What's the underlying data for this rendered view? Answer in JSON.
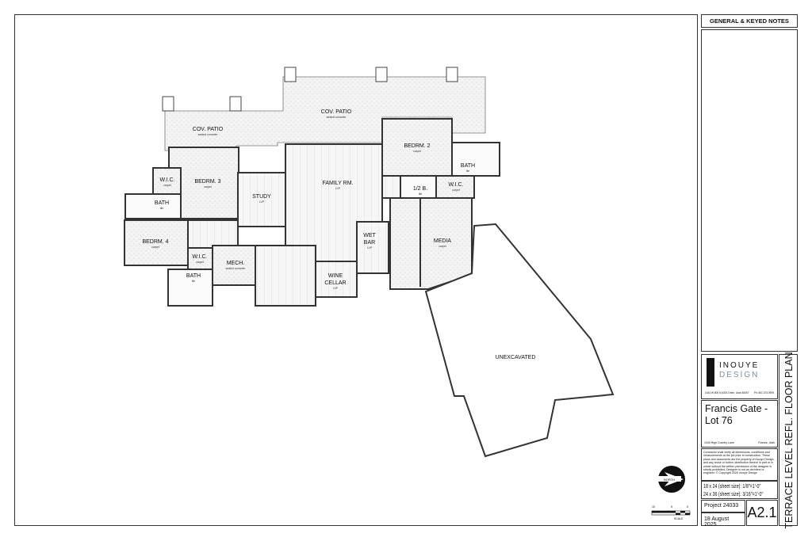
{
  "notes_header": "GENERAL & KEYED NOTES",
  "firm": {
    "name_top": "INOUYE",
    "name_bottom": "DESIGN",
    "address": "1443 W 800 N #303 Orem, Utah 84057",
    "phone": "Ph: 801.373.0909"
  },
  "project": {
    "title_line1": "Francis Gate -",
    "title_line2": "Lot 76",
    "address": "1040 High Country Lane",
    "city": "Francis, Utah",
    "number": "Project 24033",
    "date": "18 August 2025"
  },
  "disclaimer": "Contractor shall verify all dimensions, conditions and measurements at the job prior to construction. These plans and documents are the property of Inouye Design, and any reuse or further distribution thereof in part or in whole without the written permission of the designer is strictly prohibited. Designer is not an architect or engineer. © Copyright 2025 Inouye Design",
  "scales": [
    "18 x 24 (sheet size): 1/8\"=1'-0\"",
    "24 x 36 (sheet size): 3/16\"=1'-0\""
  ],
  "sheet_number": "A2.1",
  "sheet_title": "TERRACE LEVEL REFL. FLOOR PLAN",
  "north_label": "NORTH",
  "scale_bar": {
    "label": "SCALE",
    "ticks": [
      "10",
      "5",
      "0"
    ]
  },
  "rooms": [
    {
      "name": "COV. PATIO",
      "finish": "sealed concrete"
    },
    {
      "name": "COV. PATIO",
      "finish": "sealed concrete"
    },
    {
      "name": "BEDRM. 2",
      "finish": "carpet"
    },
    {
      "name": "BATH",
      "finish": "tile"
    },
    {
      "name": "W.I.C.",
      "finish": "carpet"
    },
    {
      "name": "1/2 B.",
      "finish": "tile"
    },
    {
      "name": "W.I.C.",
      "finish": "carpet"
    },
    {
      "name": "BEDRM. 3",
      "finish": "carpet"
    },
    {
      "name": "BATH",
      "finish": "tile"
    },
    {
      "name": "STUDY",
      "finish": "LVP"
    },
    {
      "name": "FAMILY RM.",
      "finish": "LVP"
    },
    {
      "name": "BEDRM. 4",
      "finish": "carpet"
    },
    {
      "name": "W.I.C.",
      "finish": "carpet"
    },
    {
      "name": "MECH.",
      "finish": "sealed concrete"
    },
    {
      "name": "BATH",
      "finish": "tile"
    },
    {
      "name": "WET",
      "name2": "BAR",
      "finish": "LVP"
    },
    {
      "name": "WINE",
      "name2": "CELLAR",
      "finish": "LVP"
    },
    {
      "name": "MEDIA",
      "finish": "carpet"
    },
    {
      "name": "UNEXCAVATED"
    }
  ]
}
